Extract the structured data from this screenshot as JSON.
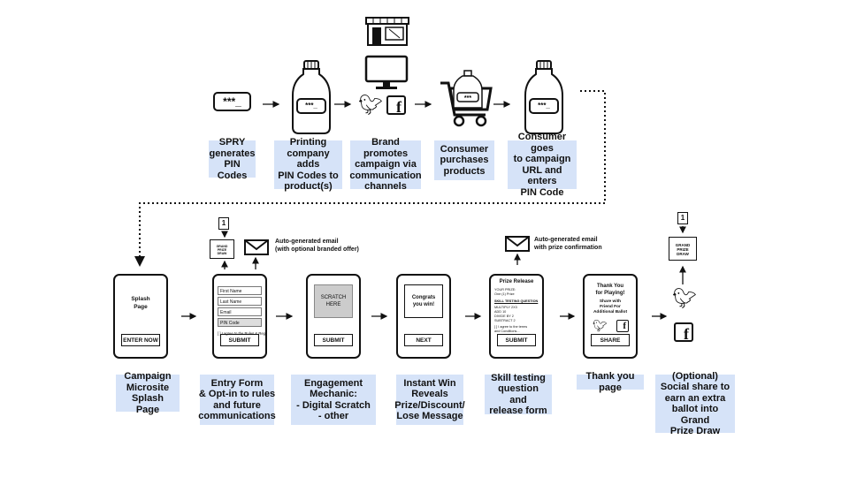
{
  "top_labels": [
    "SPRY\ngenerates\nPIN Codes",
    "Printing\ncompany adds\nPIN Codes to\nproduct(s)",
    "Brand promotes\ncampaign via\ncommunication\nchannels",
    "Consumer\npurchases\nproducts",
    "Consumer goes\nto campaign\nURL and enters\nPIN Code"
  ],
  "bottom_labels": [
    "Campaign\nMicrosite\nSplash Page",
    "Entry Form\n& Opt-in to rules\nand future\ncommunications",
    "Engagement\nMechanic:\n- Digital Scratch\n- other",
    "Instant Win\nReveals\nPrize/Discount/\nLose Message",
    "Skill testing\nquestion and\nrelease form",
    "Thank you page",
    "(Optional)\nSocial share to\nearn an extra\nballot into Grand\nPrize Draw"
  ],
  "pin_text": "***_",
  "emails": {
    "entry": "Auto-generated email\n(with optional branded offer)",
    "prize": "Auto-generated email\nwith prize confirmation"
  },
  "ballot_number": "1",
  "ballot_box_text": "GRAND\nPRIZE\nDRAW",
  "phones": {
    "splash": {
      "title": "Splash\nPage",
      "button": "ENTER NOW"
    },
    "form": {
      "fields": [
        "First Name",
        "Last Name",
        "Email",
        "PIN Code"
      ],
      "agree": "[ ] I agree to the Rules & Regs",
      "button": "SUBMIT"
    },
    "scratch": {
      "panel": "SCRATCH\nHERE",
      "button": "SUBMIT"
    },
    "win": {
      "text": "Congrats\nyou win!",
      "button": "NEXT"
    },
    "release": {
      "title": "Prize Release",
      "lines": "YOUR PRIZE:\nOne (1) Prize",
      "skill": "SKILL TESTING QUESTION",
      "math": "MULTIPLY 2X3\nADD 10\nDIVIDE BY 2\nSUBTRACT 2",
      "agree": "[ ] I agree to the terms\nand Conditions...",
      "button": "SUBMIT"
    },
    "thanks": {
      "title": "Thank You\nfor Playing!",
      "sub": "Share with\nFriend For\nAdditional Ballot",
      "button": "SHARE"
    }
  }
}
